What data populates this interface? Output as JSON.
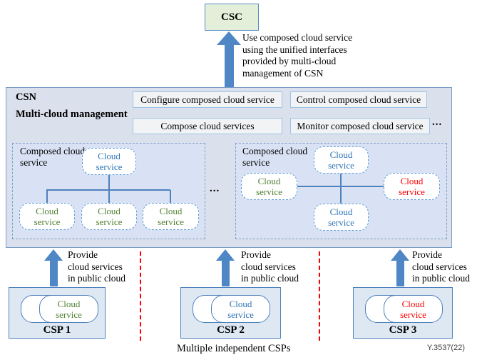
{
  "csc": {
    "label": "CSC"
  },
  "use_note": {
    "lines": [
      "Use composed cloud service",
      "using the unified interfaces",
      "provided by multi-cloud",
      "management of CSN"
    ]
  },
  "csn": {
    "label": "CSN",
    "sublabel": "Multi-cloud management",
    "functions": {
      "configure": "Configure composed cloud service",
      "control": "Control composed cloud service",
      "compose": "Compose cloud services",
      "monitor": "Monitor composed cloud service"
    },
    "more_indicator": "..."
  },
  "composed_left": {
    "label": "Composed cloud service",
    "top_node": {
      "label": "Cloud service",
      "color": "blue"
    },
    "child_nodes": [
      {
        "label": "Cloud service",
        "color": "green"
      },
      {
        "label": "Cloud service",
        "color": "green"
      },
      {
        "label": "Cloud service",
        "color": "green"
      }
    ]
  },
  "between_ellipsis": "...",
  "composed_right": {
    "label": "Composed cloud service",
    "top_node": {
      "label": "Cloud service",
      "color": "blue"
    },
    "left_node": {
      "label": "Cloud service",
      "color": "green"
    },
    "right_node": {
      "label": "Cloud service",
      "color": "red"
    },
    "bottom_node": {
      "label": "Cloud service",
      "color": "blue"
    }
  },
  "provide_note": {
    "lines": [
      "Provide",
      "cloud services",
      "in public cloud"
    ]
  },
  "csps": [
    {
      "name": "CSP 1",
      "service": {
        "label": "Cloud service",
        "color": "green"
      }
    },
    {
      "name": "CSP 2",
      "service": {
        "label": "Cloud service",
        "color": "blue"
      }
    },
    {
      "name": "CSP 3",
      "service": {
        "label": "Cloud service",
        "color": "red"
      }
    }
  ],
  "caption": "Multiple independent CSPs",
  "figure_id": "Y.3537(22)",
  "colors": {
    "arrow_blue": "#4e86c6",
    "csn_fill": "#dbe1ec",
    "composed_fill": "#d9e2f4",
    "csp_fill": "#dde8f3",
    "csc_fill": "#e3efd9",
    "solid_border_blue": "#4f81bd",
    "dashed_node_border": "#5f9bd5",
    "function_box_fill": "#f1f3f5",
    "function_box_border": "#9cc3e5",
    "separator_red": "#ff0000",
    "service_text_blue": "#2e75b6",
    "service_text_green": "#538135",
    "service_text_red": "#ff0000"
  }
}
